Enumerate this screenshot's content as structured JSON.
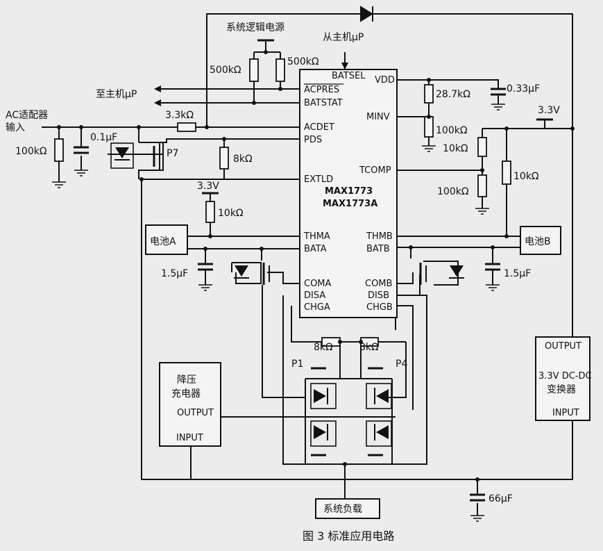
{
  "chip": {
    "name1": "MAX1773",
    "name2": "MAX1773A",
    "pins_left": [
      "ACPRES",
      "BATSTAT",
      "ACDET",
      "PDS",
      "EXTLD",
      "THMA",
      "BATA",
      "COMA",
      "DISA",
      "CHGA"
    ],
    "pins_right": [
      "BATSEL",
      "VDD",
      "MINV",
      "TCOMP",
      "THMB",
      "BATB",
      "COMB",
      "DISB",
      "CHGB"
    ]
  },
  "labels": {
    "logic_supply": "系统逻辑电源",
    "from_host": "从主机μP",
    "to_host": "至主机μP",
    "ac_adapter_1": "AC适配器",
    "ac_adapter_2": "输入",
    "r_500k_a": "500kΩ",
    "r_500k_b": "500kΩ",
    "r_3_3k": "3.3kΩ",
    "c_0_1u": "0.1μF",
    "r_100k_ac": "100kΩ",
    "p7": "P7",
    "r_8k_ext": "8kΩ",
    "v33_a": "3.3V",
    "r_10k_a": "10kΩ",
    "bat_a": "电池A",
    "c_1_5u_a": "1.5μF",
    "r_28_7k": "28.7kΩ",
    "c_0_33u": "0.33μF",
    "r_100k_minv": "100kΩ",
    "v33_b": "3.3V",
    "r_10k_tc": "10kΩ",
    "r_10k_b": "10kΩ",
    "r_100k_tc": "100kΩ",
    "bat_b": "电池B",
    "c_1_5u_b": "1.5μF",
    "r_8k_a": "8kΩ",
    "r_8k_b": "8kΩ",
    "p1": "P1",
    "p4": "P4",
    "charger_1": "降压",
    "charger_2": "充电器",
    "charger_out": "OUTPUT",
    "charger_in": "INPUT",
    "dcdc_out": "OUTPUT",
    "dcdc_1": "3.3V DC-DC",
    "dcdc_2": "变换器",
    "dcdc_in": "INPUT",
    "c_66u": "66μF",
    "load": "系统负载",
    "caption": "图 3   标准应用电路"
  }
}
